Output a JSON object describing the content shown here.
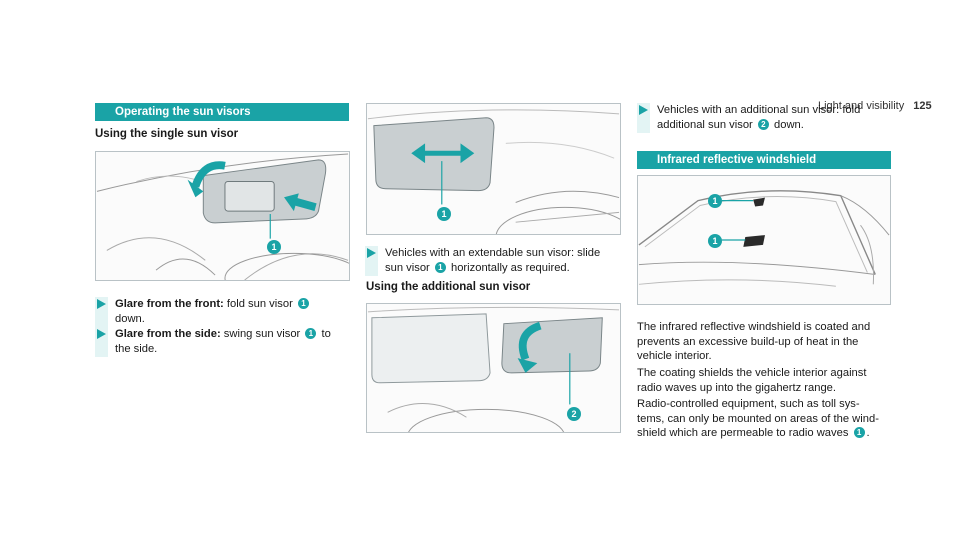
{
  "header": {
    "section": "Light and visibility",
    "page_number": "125"
  },
  "left": {
    "bar_title": "Operating the sun visors",
    "subheading": "Using the single sun visor",
    "steps": [
      {
        "bold": "Glare from the front:",
        "pre": " fold sun visor ",
        "badge": "1",
        "post": "down."
      },
      {
        "bold": "Glare from the side:",
        "pre": " swing sun visor ",
        "badge": "1",
        "post_inline": " to",
        "post": "the side."
      }
    ],
    "figure_badge": "1"
  },
  "middle": {
    "figure_top_badge": "1",
    "step": {
      "line1": "Vehicles with an extendable sun visor: slide",
      "pre": "sun visor ",
      "badge": "1",
      "post": " horizontally as required."
    },
    "subheading": "Using the additional sun visor",
    "figure_bottom_badge": "2"
  },
  "right": {
    "step": {
      "line1": "Vehicles with an additional sun visor: fold",
      "pre": "additional sun visor ",
      "badge": "2",
      "post": " down."
    },
    "bar_title": "Infrared reflective windshield",
    "figure_badges": [
      "1",
      "1"
    ],
    "para1": [
      "The infrared reflective windshield is coated and",
      "prevents an excessive build-up of heat in the",
      "vehicle interior."
    ],
    "para2": [
      "The coating shields the vehicle interior against",
      "radio waves up into the gigahertz range."
    ],
    "para3": [
      "Radio-controlled equipment, such as toll sys-",
      "tems, can only be mounted on areas of the wind-",
      "shield which are permeable to radio waves"
    ],
    "para3_badge": "1",
    "para3_end": "."
  },
  "colors": {
    "accent": "#1aa3a6",
    "stripe": "#e3f4f4"
  }
}
